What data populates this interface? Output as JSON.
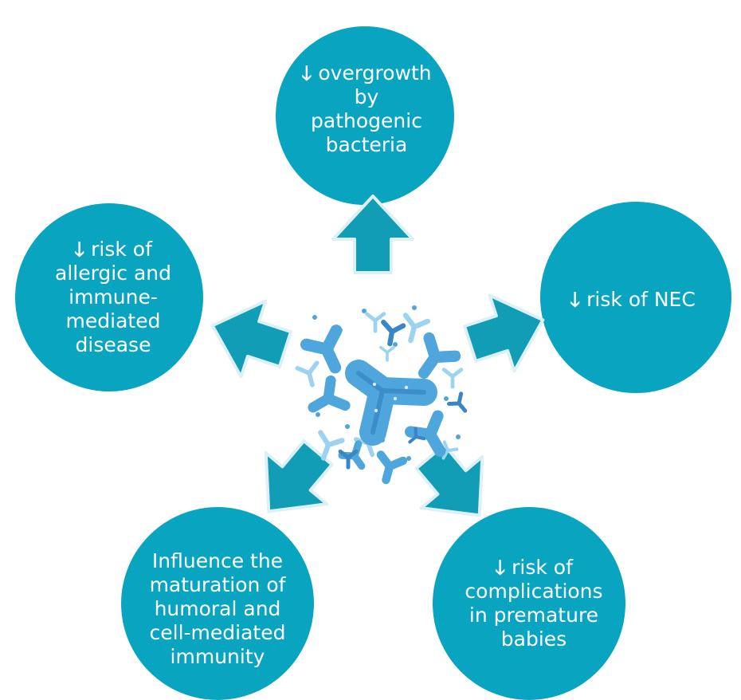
{
  "diagram": {
    "colors": {
      "circle": "#09A5C0",
      "arrow_fill": "#109DB5",
      "arrow_stroke": "#DDF1F5",
      "cell_dark": "#3A86C5",
      "cell_mid": "#4EA6DC",
      "cell_light": "#9DD3F0"
    },
    "center_icon": "antibody-cluster-icon",
    "nodes": {
      "top": {
        "arrow_glyph": "🡓",
        "lines": [
          "overgrowth",
          "by",
          "pathogenic",
          "bacteria"
        ]
      },
      "right": {
        "arrow_glyph": "🡓",
        "lines": [
          "risk of NEC"
        ]
      },
      "bottom_right": {
        "arrow_glyph": "🡓",
        "lines": [
          "risk of",
          "complications",
          "in premature",
          "babies"
        ]
      },
      "bottom_left": {
        "lines": [
          "Influence the",
          "maturation of",
          "humoral and",
          "cell-mediated",
          "immunity"
        ]
      },
      "left": {
        "arrow_glyph": "🡓",
        "lines": [
          "risk of",
          "allergic and",
          "immune-",
          "mediated",
          "disease"
        ]
      }
    }
  }
}
